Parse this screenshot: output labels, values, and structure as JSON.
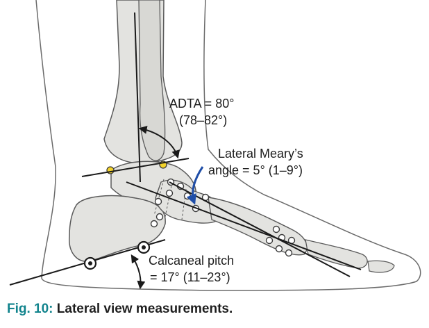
{
  "annotations": {
    "adta_line1": "ADTA = 80°",
    "adta_line2": "(78–82°)",
    "meary_line1": "Lateral Meary’s",
    "meary_line2": "angle = 5° (1–9°)",
    "calcaneal_line1": "Calcaneal pitch",
    "calcaneal_line2": "= 17° (11–23°)"
  },
  "caption": {
    "number": "Fig. 10:",
    "text": "Lateral view measurements."
  },
  "colors": {
    "bone_fill": "#e3e3e0",
    "bone_stroke": "#5a5a5a",
    "skin_outline": "#6b6b6b",
    "measure_line": "#1a1a1a",
    "landmark_yellow": "#f2d22a",
    "meary_arrow": "#1f4ea8",
    "caption_accent": "#12848d"
  },
  "icons": {
    "adta_arc": "double-headed-curved-arrow-icon",
    "meary_arrow": "curved-arrow-icon",
    "calcaneal_arc": "double-headed-curved-arrow-icon"
  }
}
